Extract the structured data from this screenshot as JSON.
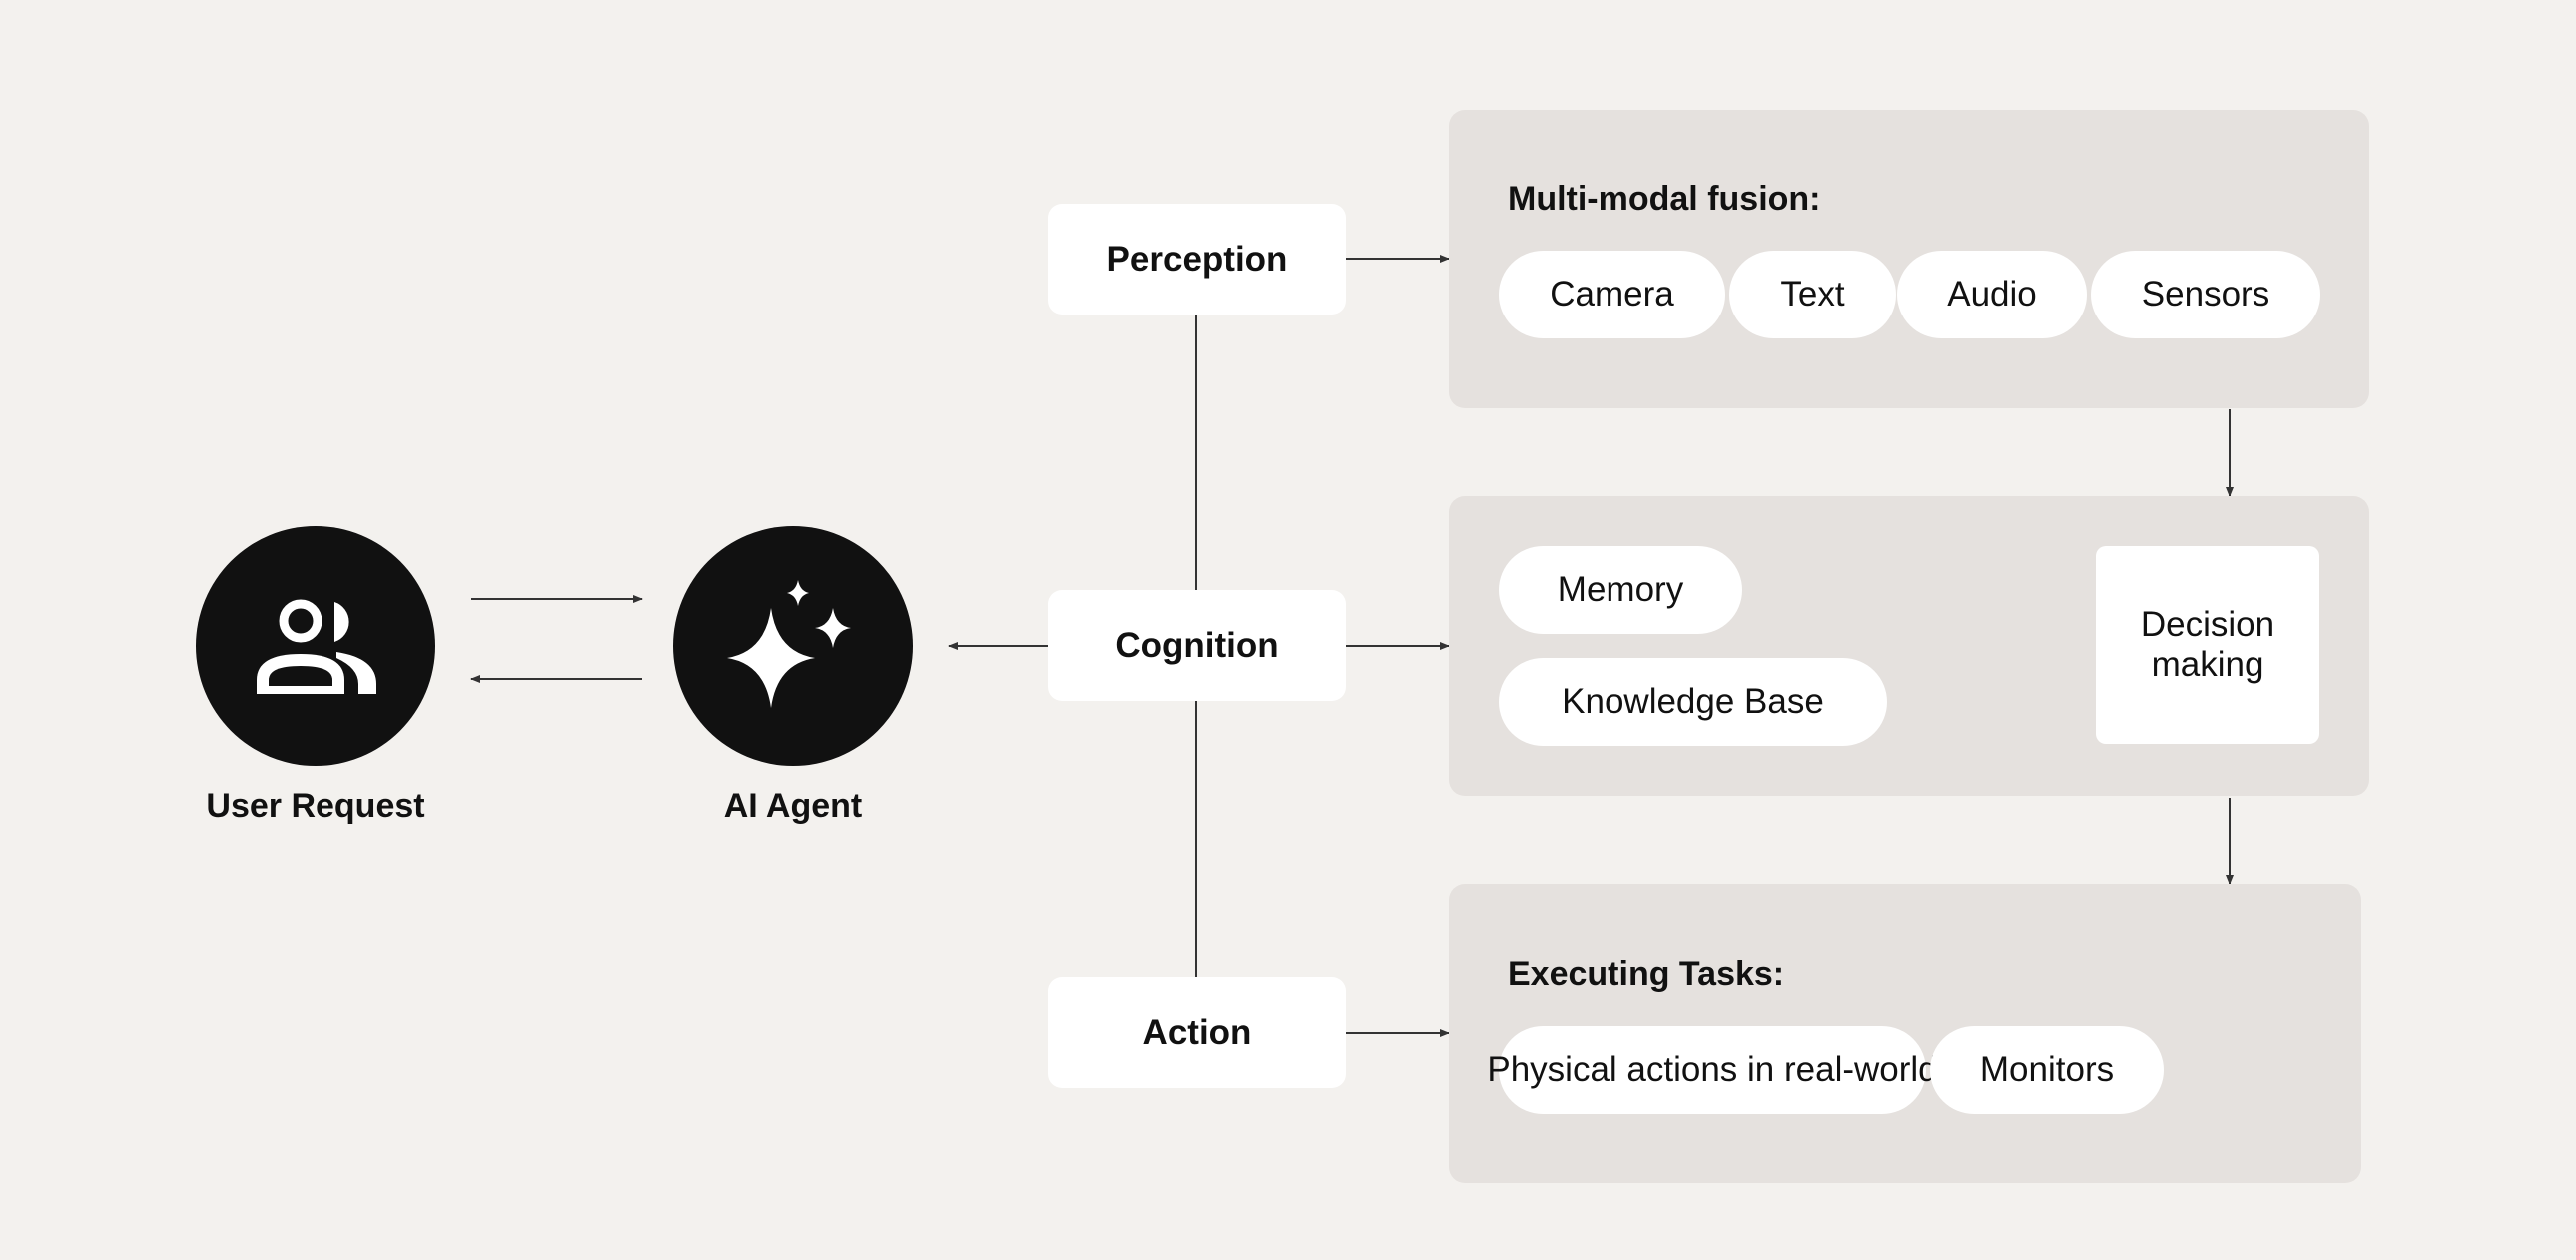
{
  "actors": {
    "user": {
      "label": "User Request",
      "icon": "users-icon"
    },
    "agent": {
      "label": "AI Agent",
      "icon": "sparkles-icon"
    }
  },
  "stages": {
    "perception": "Perception",
    "cognition": "Cognition",
    "action": "Action"
  },
  "perception_panel": {
    "title": "Multi-modal fusion:",
    "inputs": [
      "Camera",
      "Text",
      "Audio",
      "Sensors"
    ]
  },
  "cognition_panel": {
    "sources": [
      "Memory",
      "Knowledge Base"
    ],
    "decision_line1": "Decision",
    "decision_line2": "making"
  },
  "action_panel": {
    "title": "Executing Tasks:",
    "tasks": [
      "Physical actions in real-world",
      "Monitors"
    ]
  },
  "colors": {
    "background": "#f3f1ee",
    "panel": "#e5e1de",
    "node": "#ffffff",
    "dark": "#111111",
    "line": "#333333"
  }
}
